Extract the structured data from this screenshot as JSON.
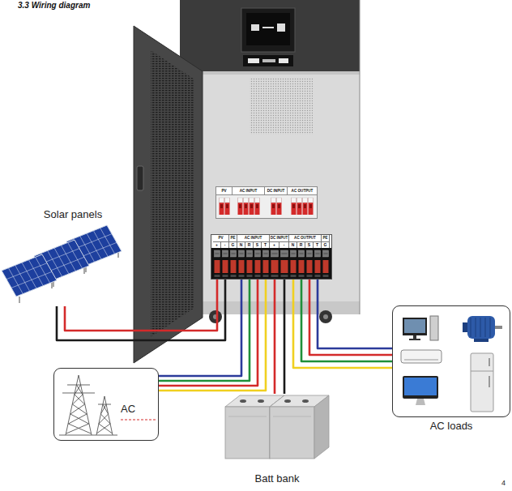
{
  "diagram": {
    "title": "3.3 Wiring diagram",
    "nodes": [
      {
        "text": [
          "PV",
          "AC INPUT",
          "DC INPUT",
          "AC OUTPUT"
        ]
      },
      {
        "text": [
          "Solar panels"
        ]
      },
      {
        "text": [
          "PV",
          "PE",
          "AC INPUT",
          "DC INPUT",
          "AC OUTPUT",
          "PE",
          "+",
          "-",
          "G",
          "N",
          "R",
          "S",
          "T",
          "+",
          "-",
          "N",
          "R",
          "S",
          "T",
          "G"
        ]
      },
      {
        "text": [
          "AC loads"
        ]
      },
      {
        "text": [
          "AC"
        ]
      },
      {
        "text": [
          "Batt bank"
        ]
      }
    ],
    "edges": [
      {
        "from": 1,
        "to": 2,
        "arrow": "none"
      },
      {
        "from": 4,
        "to": 2,
        "arrow": "none"
      },
      {
        "from": 5,
        "to": 2,
        "arrow": "none"
      },
      {
        "from": 2,
        "to": 3,
        "arrow": "none"
      }
    ],
    "labels": [
      "4"
    ]
  }
}
